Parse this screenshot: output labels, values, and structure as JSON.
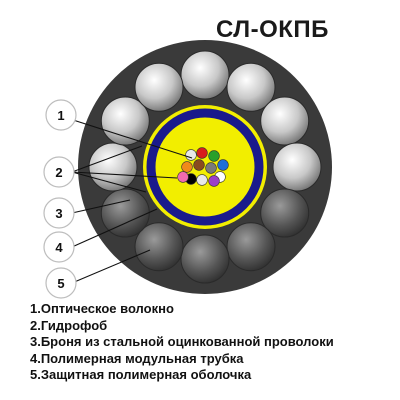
{
  "title": "СЛ-ОКПБ",
  "callouts": [
    "1",
    "2",
    "3",
    "4",
    "5"
  ],
  "legend": [
    "1.Оптическое волокно",
    "2.Гидрофоб",
    "3.Броня из стальной оцинкованной проволоки",
    "4.Полимерная модульная трубка",
    "5.Защитная полимерная оболочка"
  ],
  "colors": {
    "sheath": "#3a3a3a",
    "gel": "#f2ee00",
    "tube": "#1a1a8c",
    "fibers": [
      "#e8e8e8",
      "#d81c1c",
      "#2aa02a",
      "#1e6fd9",
      "#f08a1a",
      "#8a4b1e",
      "#7a7a7a",
      "#ffffff",
      "#000000",
      "#e8e8e8",
      "#9b3fc8",
      "#f06ab0"
    ]
  }
}
